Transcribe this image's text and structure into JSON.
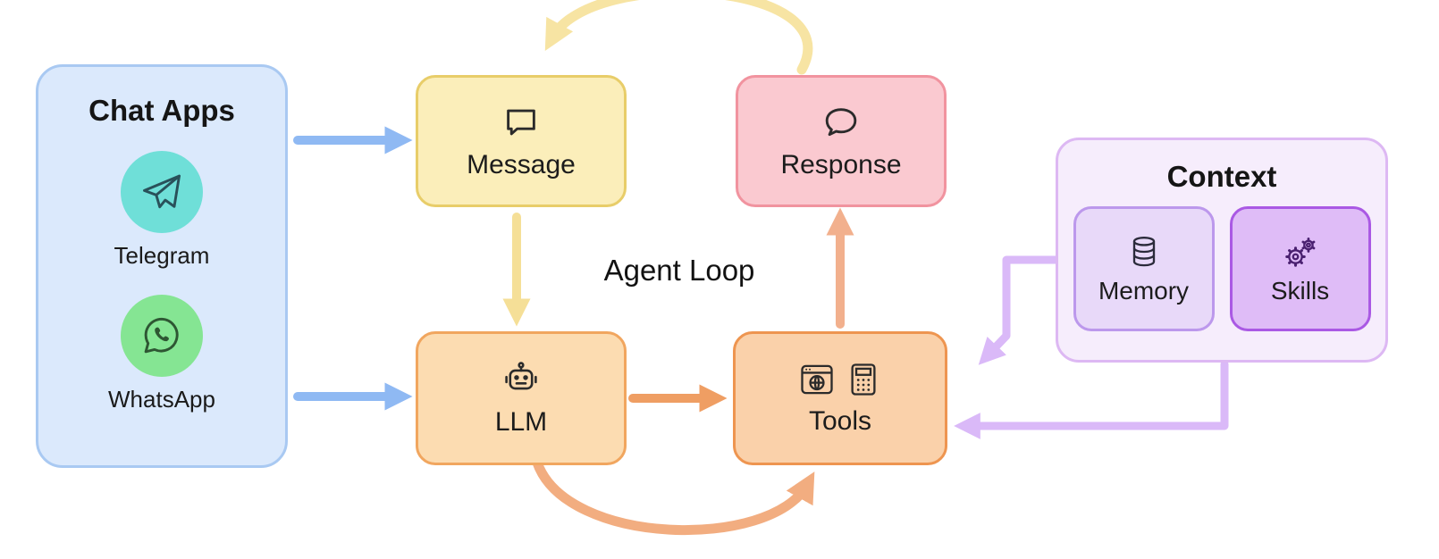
{
  "diagram": {
    "agent_loop_label": "Agent Loop",
    "chat_apps": {
      "title": "Chat Apps",
      "telegram_label": "Telegram",
      "whatsapp_label": "WhatsApp"
    },
    "message": {
      "label": "Message"
    },
    "response": {
      "label": "Response"
    },
    "llm": {
      "label": "LLM"
    },
    "tools": {
      "label": "Tools"
    },
    "context": {
      "title": "Context",
      "memory_label": "Memory",
      "skills_label": "Skills"
    },
    "icons": {
      "telegram": "telegram-paper-plane-icon",
      "whatsapp": "whatsapp-icon",
      "message": "speech-bubble-square-icon",
      "response": "speech-bubble-round-icon",
      "llm": "robot-icon",
      "tools": [
        "browser-globe-icon",
        "calculator-icon"
      ],
      "memory": "database-icon",
      "skills": "gears-icon"
    },
    "arrows": [
      {
        "from": "chat-apps",
        "to": "message",
        "color": "#8fb9f3",
        "style": "straight"
      },
      {
        "from": "chat-apps",
        "to": "llm",
        "color": "#8fb9f3",
        "style": "straight"
      },
      {
        "from": "message",
        "to": "llm",
        "color": "#f5df97",
        "style": "straight"
      },
      {
        "from": "response",
        "to": "message",
        "color": "#f7e4a3",
        "style": "curved-top"
      },
      {
        "from": "llm",
        "to": "tools",
        "color": "#ef9e63",
        "style": "straight"
      },
      {
        "from": "llm",
        "to": "tools",
        "color": "#f2ad80",
        "style": "curved-bottom"
      },
      {
        "from": "tools",
        "to": "response",
        "color": "#f2b08d",
        "style": "straight"
      },
      {
        "from": "context",
        "to": "tools",
        "color": "#dab9f8",
        "style": "elbow-top"
      },
      {
        "from": "context",
        "to": "tools",
        "color": "#dab9f8",
        "style": "elbow-side"
      }
    ],
    "colors": {
      "chat_apps_fill": "#dbe9fc",
      "chat_apps_border": "#a9c9f2",
      "telegram_circle": "#6fdfd8",
      "whatsapp_circle": "#85e593",
      "message_fill": "#fbeeba",
      "message_border": "#e8cd69",
      "response_fill": "#fac9d0",
      "response_border": "#f1939f",
      "llm_fill": "#fcdcb1",
      "llm_border": "#f1a65f",
      "tools_fill": "#fad1aa",
      "tools_border": "#ee9550",
      "context_fill": "#f6edfc",
      "context_border": "#ddb8f3",
      "memory_fill": "#e8d9f9",
      "memory_border": "#bc98ec",
      "skills_fill": "#dfbcf7",
      "skills_border": "#aa59e4"
    }
  }
}
